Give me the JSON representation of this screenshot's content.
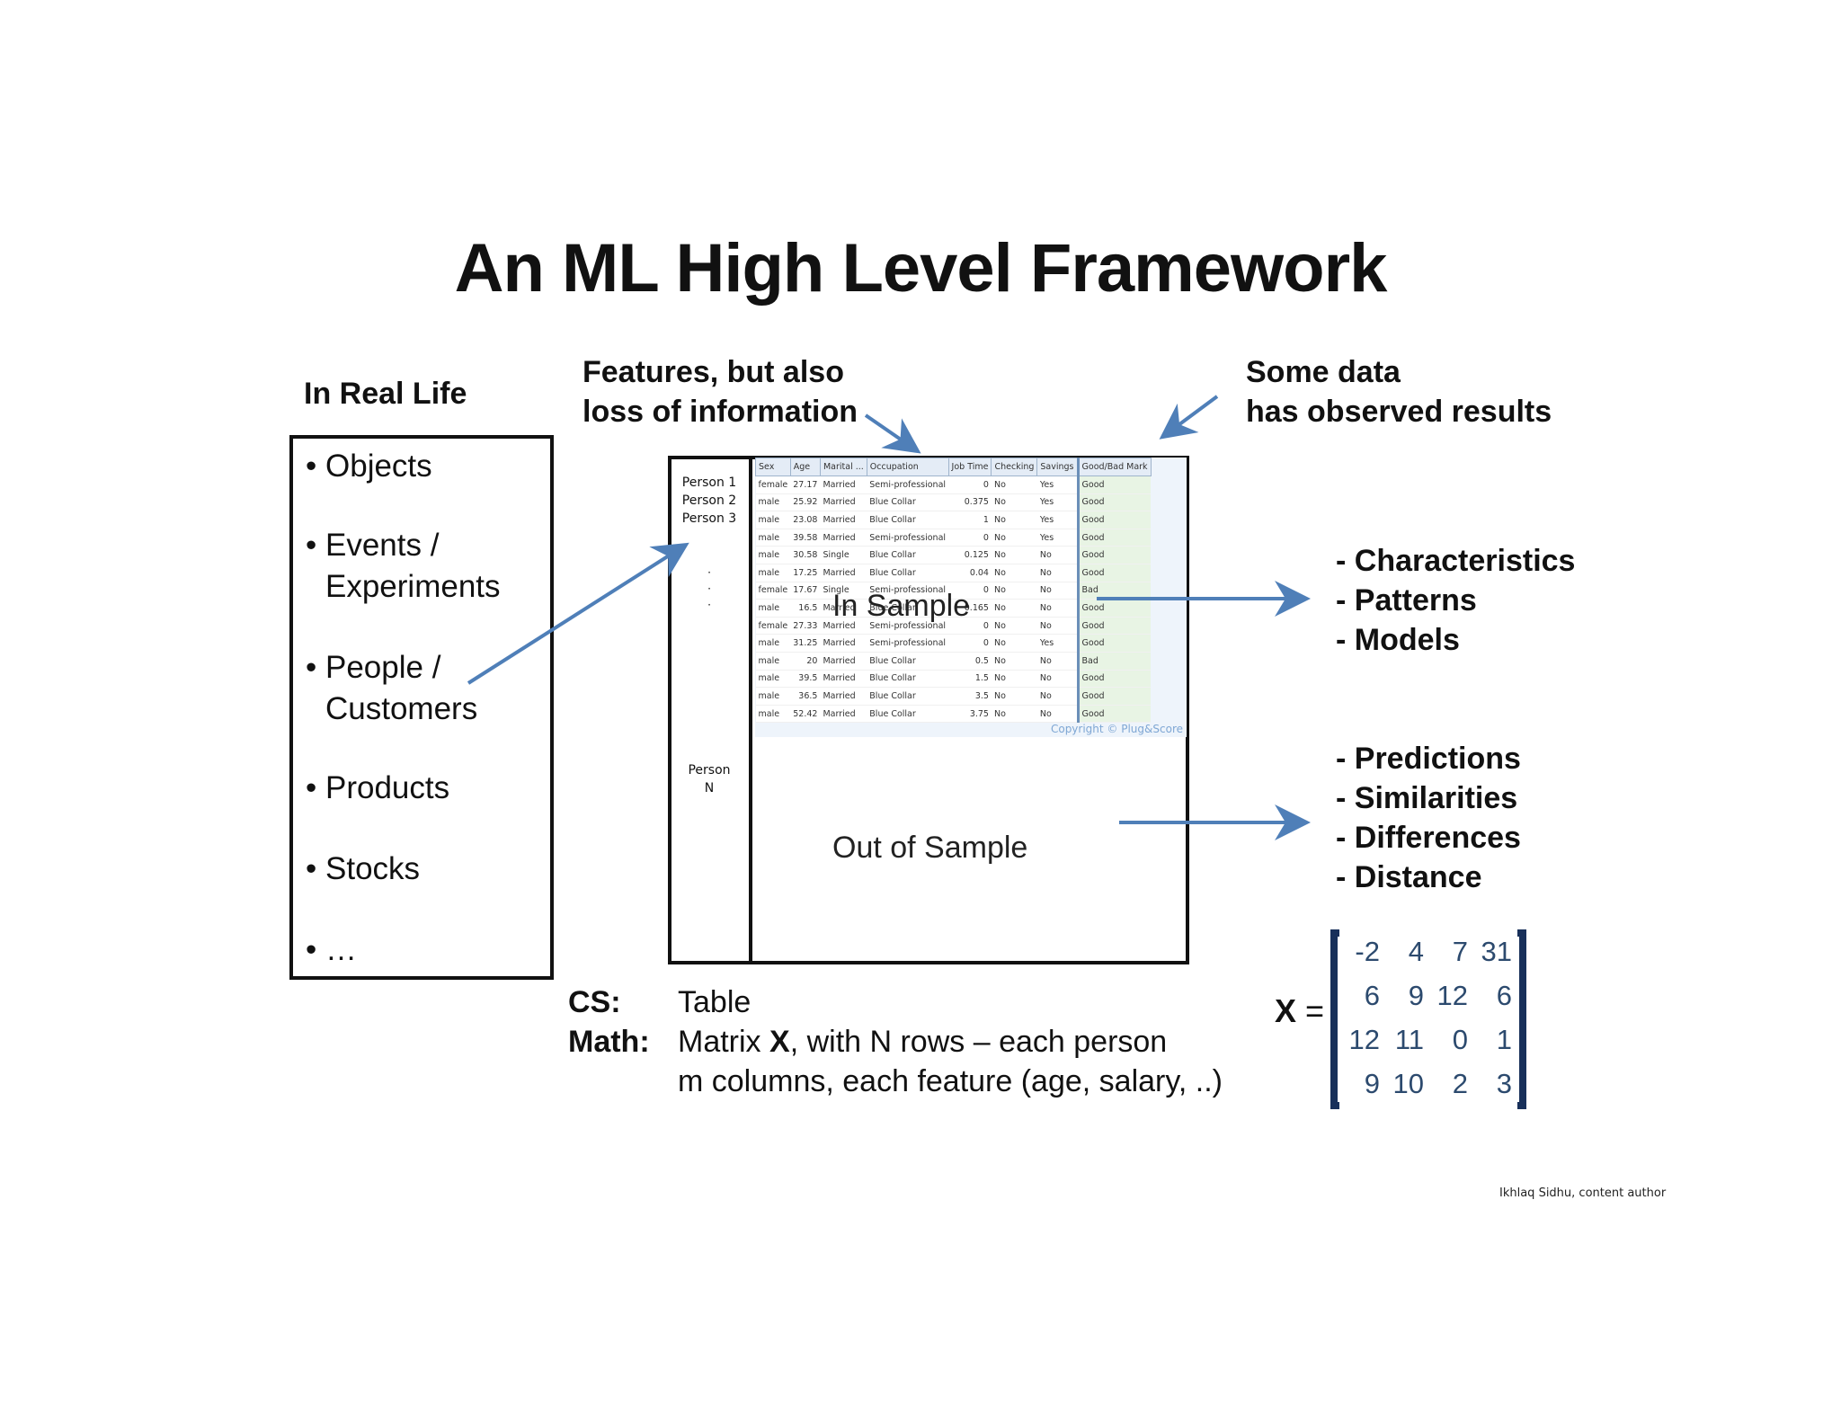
{
  "title": "An ML High Level Framework",
  "real_life": {
    "heading": "In Real Life",
    "items": [
      {
        "line1": "Objects",
        "line2": ""
      },
      {
        "line1": "Events /",
        "line2": "Experiments"
      },
      {
        "line1": "People /",
        "line2": "Customers"
      },
      {
        "line1": "Products",
        "line2": ""
      },
      {
        "line1": "Stocks",
        "line2": ""
      },
      {
        "line1": "…",
        "line2": ""
      }
    ]
  },
  "features_note": {
    "line1": "Features, but also",
    "line2": "loss of information"
  },
  "observed_note": {
    "line1": "Some data",
    "line2": "has observed results"
  },
  "persons": {
    "p1": "Person 1",
    "p2": "Person 2",
    "p3": "Person 3",
    "dots": "·",
    "pn1": "Person",
    "pn2": "N"
  },
  "table": {
    "columns": [
      "Sex",
      "Age",
      "Marital ...",
      "Occupation",
      "Job Time",
      "Checking",
      "Savings",
      "Good/Bad Mark"
    ],
    "rows": [
      [
        "female",
        "27.17",
        "Married",
        "Semi-professional",
        "0",
        "No",
        "Yes",
        "Good"
      ],
      [
        "male",
        "25.92",
        "Married",
        "Blue Collar",
        "0.375",
        "No",
        "Yes",
        "Good"
      ],
      [
        "male",
        "23.08",
        "Married",
        "Blue Collar",
        "1",
        "No",
        "Yes",
        "Good"
      ],
      [
        "male",
        "39.58",
        "Married",
        "Semi-professional",
        "0",
        "No",
        "Yes",
        "Good"
      ],
      [
        "male",
        "30.58",
        "Single",
        "Blue Collar",
        "0.125",
        "No",
        "No",
        "Good"
      ],
      [
        "male",
        "17.25",
        "Married",
        "Blue Collar",
        "0.04",
        "No",
        "No",
        "Good"
      ],
      [
        "female",
        "17.67",
        "Single",
        "Semi-professional",
        "0",
        "No",
        "No",
        "Bad"
      ],
      [
        "male",
        "16.5",
        "Married",
        "Blue Collar",
        "0.165",
        "No",
        "No",
        "Good"
      ],
      [
        "female",
        "27.33",
        "Married",
        "Semi-professional",
        "0",
        "No",
        "No",
        "Good"
      ],
      [
        "male",
        "31.25",
        "Married",
        "Semi-professional",
        "0",
        "No",
        "Yes",
        "Good"
      ],
      [
        "male",
        "20",
        "Married",
        "Blue Collar",
        "0.5",
        "No",
        "No",
        "Bad"
      ],
      [
        "male",
        "39.5",
        "Married",
        "Blue Collar",
        "1.5",
        "No",
        "No",
        "Good"
      ],
      [
        "male",
        "36.5",
        "Married",
        "Blue Collar",
        "3.5",
        "No",
        "No",
        "Good"
      ],
      [
        "male",
        "52.42",
        "Married",
        "Blue Collar",
        "3.75",
        "No",
        "No",
        "Good"
      ]
    ],
    "copyright": "Copyright © Plug&Score"
  },
  "in_sample": "In Sample",
  "out_of_sample": "Out of Sample",
  "outputs_in": [
    "- Characteristics",
    "- Patterns",
    "- Models"
  ],
  "outputs_out": [
    "- Predictions",
    "- Similarities",
    "- Differences",
    "- Distance"
  ],
  "bottom": {
    "cs_label": "CS:",
    "cs_text": "Table",
    "math_label": "Math:",
    "math_pre": "Matrix ",
    "math_x": "X",
    "math_post": ", with N rows – each person",
    "math_line2": "m columns, each feature (age, salary, ..)"
  },
  "matrix": {
    "label_x": "X",
    "label_eq": " =",
    "rows": [
      [
        "-2",
        "4",
        "7",
        "31"
      ],
      [
        "6",
        "9",
        "12",
        "6"
      ],
      [
        "12",
        "11",
        "0",
        "1"
      ],
      [
        "9",
        "10",
        "2",
        "3"
      ]
    ]
  },
  "credit": "Ikhlaq Sidhu, content author",
  "colors": {
    "arrow": "#4f7fb8",
    "matrix_text": "#2c4a6e",
    "bracket": "#18305a"
  }
}
